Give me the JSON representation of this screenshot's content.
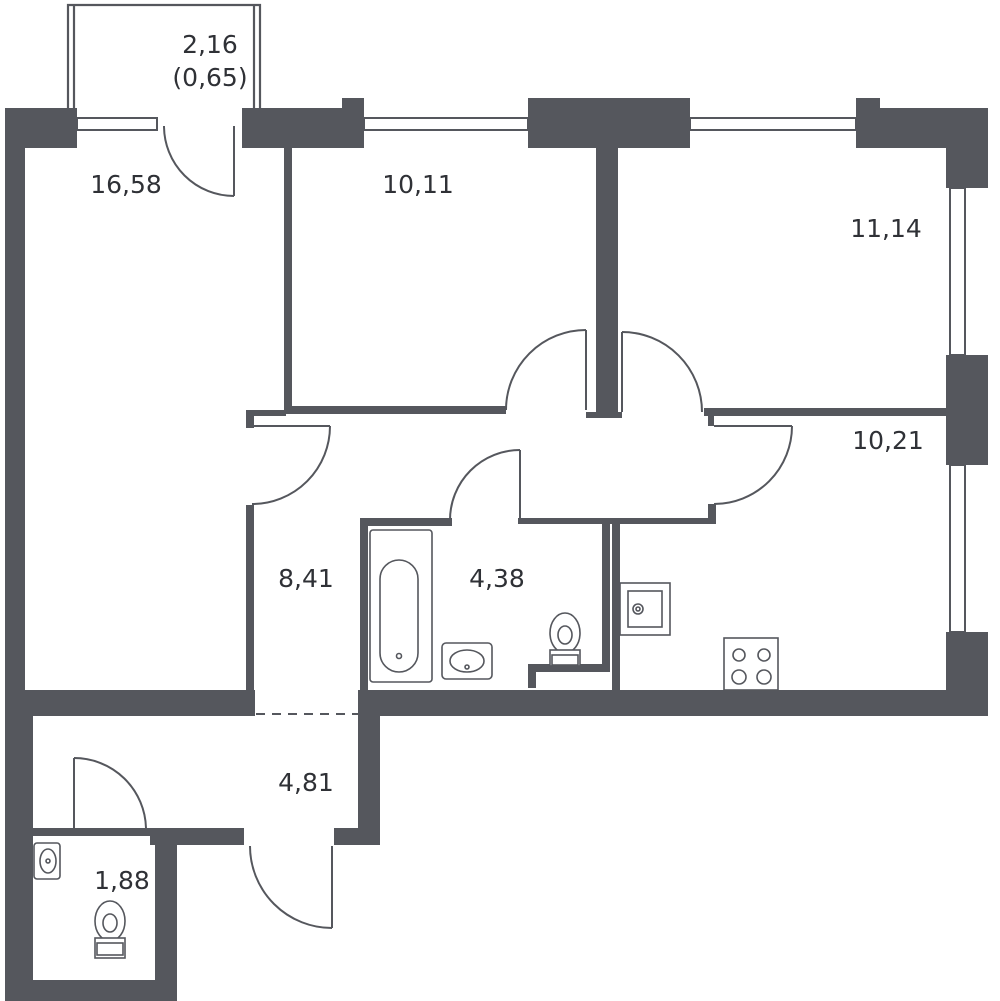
{
  "rooms": [
    {
      "id": "balcony",
      "area": "2,16",
      "area_reduced": "(0,65)"
    },
    {
      "id": "living",
      "area": "16,58"
    },
    {
      "id": "bedroom-1",
      "area": "10,11"
    },
    {
      "id": "bedroom-2",
      "area": "11,14"
    },
    {
      "id": "kitchen",
      "area": "10,21"
    },
    {
      "id": "corridor",
      "area": "8,41"
    },
    {
      "id": "bathroom",
      "area": "4,38"
    },
    {
      "id": "hall",
      "area": "4,81"
    },
    {
      "id": "wc",
      "area": "1,88"
    }
  ],
  "colors": {
    "wall": "#55575d",
    "text": "#2f3136",
    "background": "#ffffff"
  }
}
